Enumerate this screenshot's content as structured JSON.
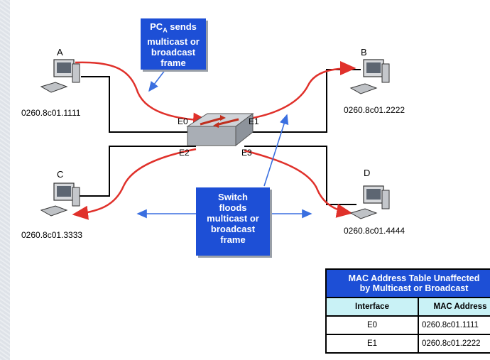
{
  "hosts": {
    "a": {
      "letter": "A",
      "mac": "0260.8c01.1111"
    },
    "b": {
      "letter": "B",
      "mac": "0260.8c01.2222"
    },
    "c": {
      "letter": "C",
      "mac": "0260.8c01.3333"
    },
    "d": {
      "letter": "D",
      "mac": "0260.8c01.4444"
    }
  },
  "ports": {
    "e0": "E0",
    "e1": "E1",
    "e2": "E2",
    "e3": "E3"
  },
  "callout_top": {
    "line1_main": "PC",
    "line1_sub": "A",
    "line1_rest": " sends",
    "line2": "multicast or",
    "line3": "broadcast",
    "line4": "frame"
  },
  "callout_bottom": {
    "line1": "Switch",
    "line2": "floods",
    "line3": "multicast or",
    "line4": "broadcast",
    "line5": "frame"
  },
  "mac_table": {
    "caption1": "MAC Address Table Unaffected",
    "caption2": "by Multicast or Broadcast",
    "col_interface": "Interface",
    "col_mac": "MAC Address",
    "rows": [
      {
        "interface": "E0",
        "mac": "0260.8c01.1111"
      },
      {
        "interface": "E1",
        "mac": "0260.8c01.2222"
      }
    ]
  },
  "colors": {
    "callout_blue": "#1d4fd6",
    "flood_red": "#e0312b",
    "arrow_blue": "#3a6fe0",
    "table_header": "#c9f2f6"
  }
}
